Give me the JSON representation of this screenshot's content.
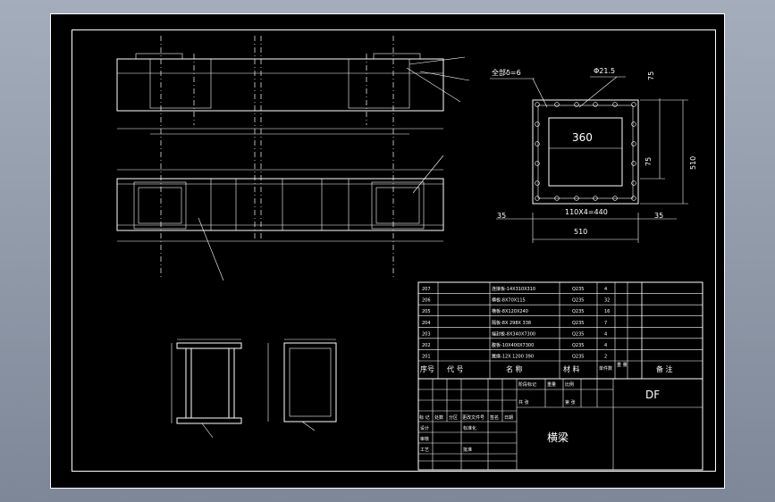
{
  "drawing": {
    "title": "横梁",
    "code": "DF",
    "colors": {
      "background": "#000000",
      "lines": "#ffffff",
      "frame_bg": "#8f98a8"
    }
  },
  "section_view": {
    "note_all": "全部δ=6",
    "hole": "Φ21.5",
    "inner_width": "360",
    "hole_pitch": "110X4=440",
    "overall_width": "510",
    "edge_left": "35",
    "edge_right": "35",
    "top_dim": "75",
    "side_dim_inner": "75",
    "side_dim": "510"
  },
  "parts_table": {
    "rows": [
      {
        "no": "207",
        "name": "连接板-14X310X310",
        "mat": "Q235",
        "qty": "4"
      },
      {
        "no": "206",
        "name": "横板-8X70X115",
        "mat": "Q235",
        "qty": "32"
      },
      {
        "no": "205",
        "name": "横板-8X120X240",
        "mat": "Q235",
        "qty": "16"
      },
      {
        "no": "204",
        "name": "隔板-8X 298X 338",
        "mat": "Q235",
        "qty": "7"
      },
      {
        "no": "203",
        "name": "端封板-8X340X7300",
        "mat": "Q235",
        "qty": "4"
      },
      {
        "no": "202",
        "name": "腹板-10X400X7300",
        "mat": "Q235",
        "qty": "4"
      },
      {
        "no": "201",
        "name": "翼缘-12X 1200 390",
        "mat": "Q235",
        "qty": "2"
      }
    ],
    "header": {
      "no": "序号",
      "code": "代 号",
      "name": "名   称",
      "material": "材 料",
      "qty": "单件数",
      "weight": "重 量",
      "note": "备   注"
    }
  },
  "title_block": {
    "marks": "标 记",
    "revisions": "处数",
    "zone": "分区",
    "change_doc": "更改文件号",
    "sign": "签名",
    "date": "日期",
    "designer": "设计",
    "standard": "标准化",
    "checker": "审核",
    "process": "工艺",
    "approve": "批准",
    "stage": "阶段标记",
    "weight": "重量",
    "scale": "比例",
    "sheets": "共 张",
    "sheet_no": "第 张"
  }
}
